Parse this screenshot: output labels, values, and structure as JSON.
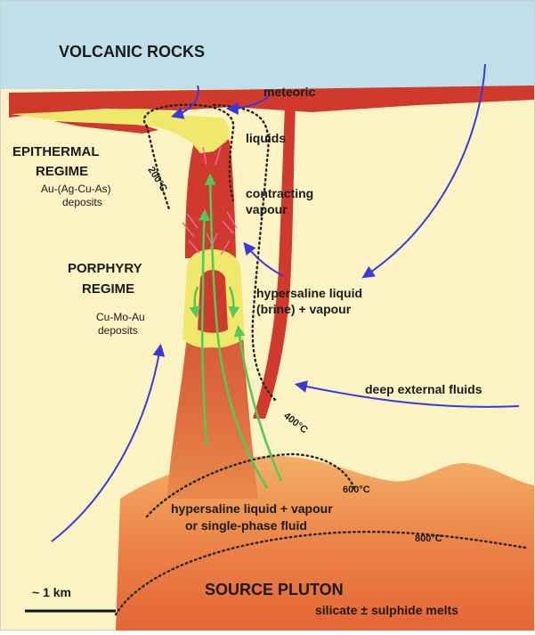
{
  "colors": {
    "sky": "#bfe0e8",
    "country_rock": "#fcf3c4",
    "volcanic": "#cf3a2c",
    "pluton_light": "#f2a75a",
    "pluton_dark": "#e76d3a",
    "yellow_zone": "#f0e86a",
    "arrow_blue": "#3a3ad8",
    "arrow_green": "#55c85a",
    "isotherm": "#222222"
  },
  "labels": {
    "volcanic_rocks": "VOLCANIC ROCKS",
    "meteoric": "meteoric",
    "liquids": "liquids",
    "epithermal_line1": "EPITHERMAL",
    "epithermal_line2": "REGIME",
    "epithermal_deposits_line1": "Au-(Ag-Cu-As)",
    "epithermal_deposits_line2": "deposits",
    "contracting_line1": "contracting",
    "contracting_line2": "vapour",
    "porphyry_line1": "PORPHYRY",
    "porphyry_line2": "REGIME",
    "porphyry_deposits_line1": "Cu-Mo-Au",
    "porphyry_deposits_line2": "deposits",
    "hypersaline_line1": "hypersaline liquid",
    "hypersaline_line2": "(brine) + vapour",
    "deep_external": "deep external fluids",
    "hyper_single_line1": "hypersaline liquid + vapour",
    "hyper_single_line2": "or single-phase fluid",
    "source_pluton": "SOURCE PLUTON",
    "melts": "silicate ± sulphide melts",
    "scale": "~ 1 km"
  },
  "isotherms": {
    "t200": "200°C",
    "t400": "400°C",
    "t600": "600°C",
    "t800": "800°C"
  }
}
